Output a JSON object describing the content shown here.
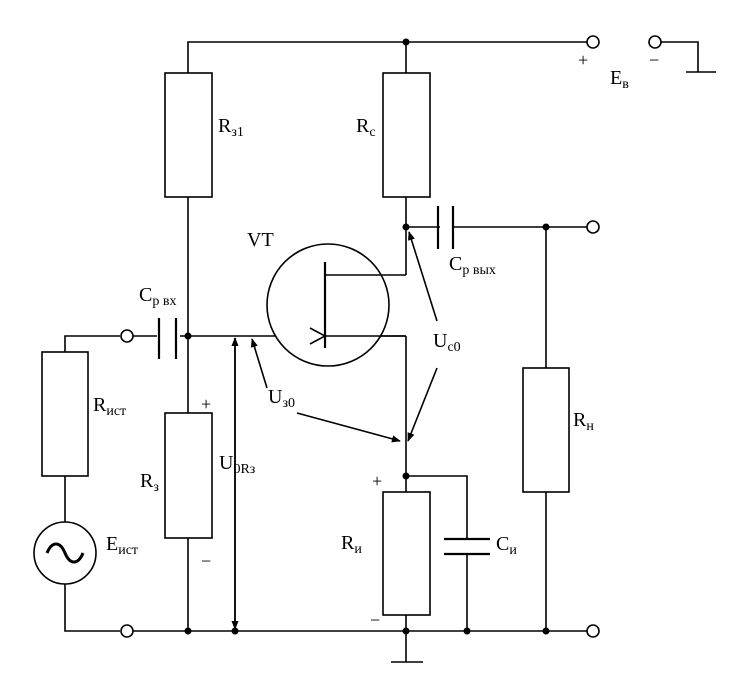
{
  "labels": {
    "supply": {
      "main": "E",
      "sub": "в",
      "plus": "+",
      "minus": "−"
    },
    "rz1": {
      "main": "R",
      "sub": "з1"
    },
    "rc": {
      "main": "R",
      "sub": "с"
    },
    "transistor": "VT",
    "cp_out": {
      "main": "C",
      "sub": "р вых"
    },
    "cp_in": {
      "main": "C",
      "sub": "р вх"
    },
    "uc0": {
      "main": "U",
      "sub": "с0"
    },
    "uz0": {
      "main": "U",
      "sub": "з0"
    },
    "r_src": {
      "main": "R",
      "sub": "ист"
    },
    "rn": {
      "main": "R",
      "sub": "н"
    },
    "rz": {
      "main": "R",
      "sub": "з",
      "plus": "+",
      "minus": "−"
    },
    "u0rz": {
      "main": "U",
      "sub": "0Rз"
    },
    "e_src": {
      "main": "E",
      "sub": "ист",
      "symbol": "~"
    },
    "ri": {
      "main": "R",
      "sub": "и",
      "plus": "+",
      "minus": "−"
    },
    "ci": {
      "main": "C",
      "sub": "и"
    }
  }
}
